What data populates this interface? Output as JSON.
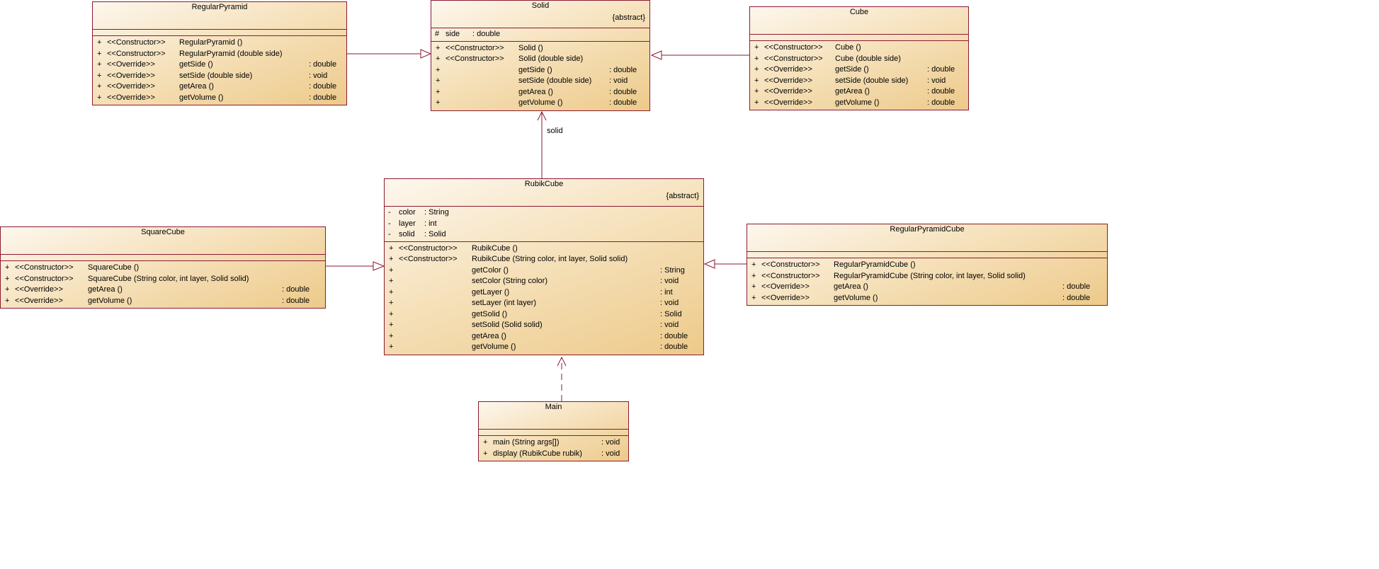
{
  "classes": {
    "regular_pyramid": {
      "name": "RegularPyramid",
      "attributes": [],
      "operations": [
        {
          "vis": "+",
          "stereo": "<<Constructor>>",
          "name": "RegularPyramid ()",
          "type": ""
        },
        {
          "vis": "+",
          "stereo": "<<Constructor>>",
          "name": "RegularPyramid (double side)",
          "type": ""
        },
        {
          "vis": "+",
          "stereo": "<<Override>>",
          "name": "getSide ()",
          "type": ": double"
        },
        {
          "vis": "+",
          "stereo": "<<Override>>",
          "name": "setSide (double side)",
          "type": ": void"
        },
        {
          "vis": "+",
          "stereo": "<<Override>>",
          "name": "getArea ()",
          "type": ": double"
        },
        {
          "vis": "+",
          "stereo": "<<Override>>",
          "name": "getVolume ()",
          "type": ": double"
        }
      ]
    },
    "solid": {
      "name": "Solid",
      "stereotype": "{abstract}",
      "attributes": [
        {
          "vis": "#",
          "name": "side",
          "type": ": double"
        }
      ],
      "operations": [
        {
          "vis": "+",
          "stereo": "<<Constructor>>",
          "name": "Solid ()",
          "type": ""
        },
        {
          "vis": "+",
          "stereo": "<<Constructor>>",
          "name": "Solid (double side)",
          "type": ""
        },
        {
          "vis": "+",
          "stereo": "",
          "name": "getSide ()",
          "type": ": double"
        },
        {
          "vis": "+",
          "stereo": "",
          "name": "setSide (double side)",
          "type": ": void"
        },
        {
          "vis": "+",
          "stereo": "",
          "name": "getArea ()",
          "type": ": double"
        },
        {
          "vis": "+",
          "stereo": "",
          "name": "getVolume ()",
          "type": ": double"
        }
      ]
    },
    "cube": {
      "name": "Cube",
      "attributes": [],
      "operations": [
        {
          "vis": "+",
          "stereo": "<<Constructor>>",
          "name": "Cube ()",
          "type": ""
        },
        {
          "vis": "+",
          "stereo": "<<Constructor>>",
          "name": "Cube (double side)",
          "type": ""
        },
        {
          "vis": "+",
          "stereo": "<<Override>>",
          "name": "getSide ()",
          "type": ": double"
        },
        {
          "vis": "+",
          "stereo": "<<Override>>",
          "name": "setSide (double side)",
          "type": ": void"
        },
        {
          "vis": "+",
          "stereo": "<<Override>>",
          "name": "getArea ()",
          "type": ": double"
        },
        {
          "vis": "+",
          "stereo": "<<Override>>",
          "name": "getVolume ()",
          "type": ": double"
        }
      ]
    },
    "rubik_cube": {
      "name": "RubikCube",
      "stereotype": "{abstract}",
      "attributes": [
        {
          "vis": "-",
          "name": "color",
          "type": ": String"
        },
        {
          "vis": "-",
          "name": "layer",
          "type": ": int"
        },
        {
          "vis": "-",
          "name": "solid",
          "type": ": Solid"
        }
      ],
      "operations": [
        {
          "vis": "+",
          "stereo": "<<Constructor>>",
          "name": "RubikCube ()",
          "type": ""
        },
        {
          "vis": "+",
          "stereo": "<<Constructor>>",
          "name": "RubikCube (String color, int layer, Solid solid)",
          "type": ""
        },
        {
          "vis": "+",
          "stereo": "",
          "name": "getColor ()",
          "type": ": String"
        },
        {
          "vis": "+",
          "stereo": "",
          "name": "setColor (String color)",
          "type": ": void"
        },
        {
          "vis": "+",
          "stereo": "",
          "name": "getLayer ()",
          "type": ": int"
        },
        {
          "vis": "+",
          "stereo": "",
          "name": "setLayer (int layer)",
          "type": ": void"
        },
        {
          "vis": "+",
          "stereo": "",
          "name": "getSolid ()",
          "type": ": Solid"
        },
        {
          "vis": "+",
          "stereo": "",
          "name": "setSolid (Solid solid)",
          "type": ": void"
        },
        {
          "vis": "+",
          "stereo": "",
          "name": "getArea ()",
          "type": ": double"
        },
        {
          "vis": "+",
          "stereo": "",
          "name": "getVolume ()",
          "type": ": double"
        }
      ]
    },
    "square_cube": {
      "name": "SquareCube",
      "attributes": [],
      "operations": [
        {
          "vis": "+",
          "stereo": "<<Constructor>>",
          "name": "SquareCube ()",
          "type": ""
        },
        {
          "vis": "+",
          "stereo": "<<Constructor>>",
          "name": "SquareCube (String color, int layer, Solid solid)",
          "type": ""
        },
        {
          "vis": "+",
          "stereo": "<<Override>>",
          "name": "getArea ()",
          "type": ": double"
        },
        {
          "vis": "+",
          "stereo": "<<Override>>",
          "name": "getVolume ()",
          "type": ": double"
        }
      ]
    },
    "regular_pyramid_cube": {
      "name": "RegularPyramidCube",
      "attributes": [],
      "operations": [
        {
          "vis": "+",
          "stereo": "<<Constructor>>",
          "name": "RegularPyramidCube ()",
          "type": ""
        },
        {
          "vis": "+",
          "stereo": "<<Constructor>>",
          "name": "RegularPyramidCube (String color, int layer, Solid solid)",
          "type": ""
        },
        {
          "vis": "+",
          "stereo": "<<Override>>",
          "name": "getArea ()",
          "type": ": double"
        },
        {
          "vis": "+",
          "stereo": "<<Override>>",
          "name": "getVolume ()",
          "type": ": double"
        }
      ]
    },
    "main": {
      "name": "Main",
      "attributes": [],
      "operations": [
        {
          "vis": "+",
          "stereo": "",
          "name": "main (String args[])",
          "type": ": void"
        },
        {
          "vis": "+",
          "stereo": "",
          "name": "display (RubikCube rubik)",
          "type": ": void"
        }
      ]
    }
  },
  "relations": [
    {
      "kind": "generalization",
      "from": "RegularPyramid",
      "to": "Solid"
    },
    {
      "kind": "generalization",
      "from": "Cube",
      "to": "Solid"
    },
    {
      "kind": "association",
      "from": "RubikCube",
      "to": "Solid",
      "label": "solid"
    },
    {
      "kind": "generalization",
      "from": "SquareCube",
      "to": "RubikCube"
    },
    {
      "kind": "generalization",
      "from": "RegularPyramidCube",
      "to": "RubikCube"
    },
    {
      "kind": "dependency",
      "from": "Main",
      "to": "RubikCube"
    }
  ],
  "colors": {
    "border": "#8b1a32",
    "fill_light": "#fdf7ee",
    "fill_dark": "#edca8a"
  }
}
